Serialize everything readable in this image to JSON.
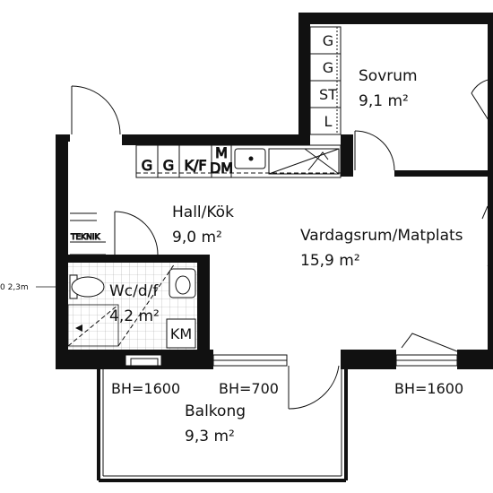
{
  "rooms": {
    "sovrum": {
      "name": "Sovrum",
      "area": "9,1 m²"
    },
    "hall_kok": {
      "name": "Hall/Kök",
      "area": "9,0 m²"
    },
    "vardagsrum": {
      "name": "Vardagsrum/Matplats",
      "area": "15,9 m²"
    },
    "wc": {
      "name": "Wc/d/f",
      "area": "4,2 m²"
    },
    "balkong": {
      "name": "Balkong",
      "area": "9,3 m²"
    }
  },
  "wardrobes": [
    "G",
    "G",
    "ST",
    "L"
  ],
  "kitchen_units": [
    "G",
    "G",
    "K/F",
    "M",
    "DM"
  ],
  "labels": {
    "km": "KM",
    "teknik": "TEKNIK",
    "ceiling_note": "0 2,3m"
  },
  "window_heights": {
    "left": "BH=1600",
    "middle": "BH=700",
    "right": "BH=1600"
  }
}
